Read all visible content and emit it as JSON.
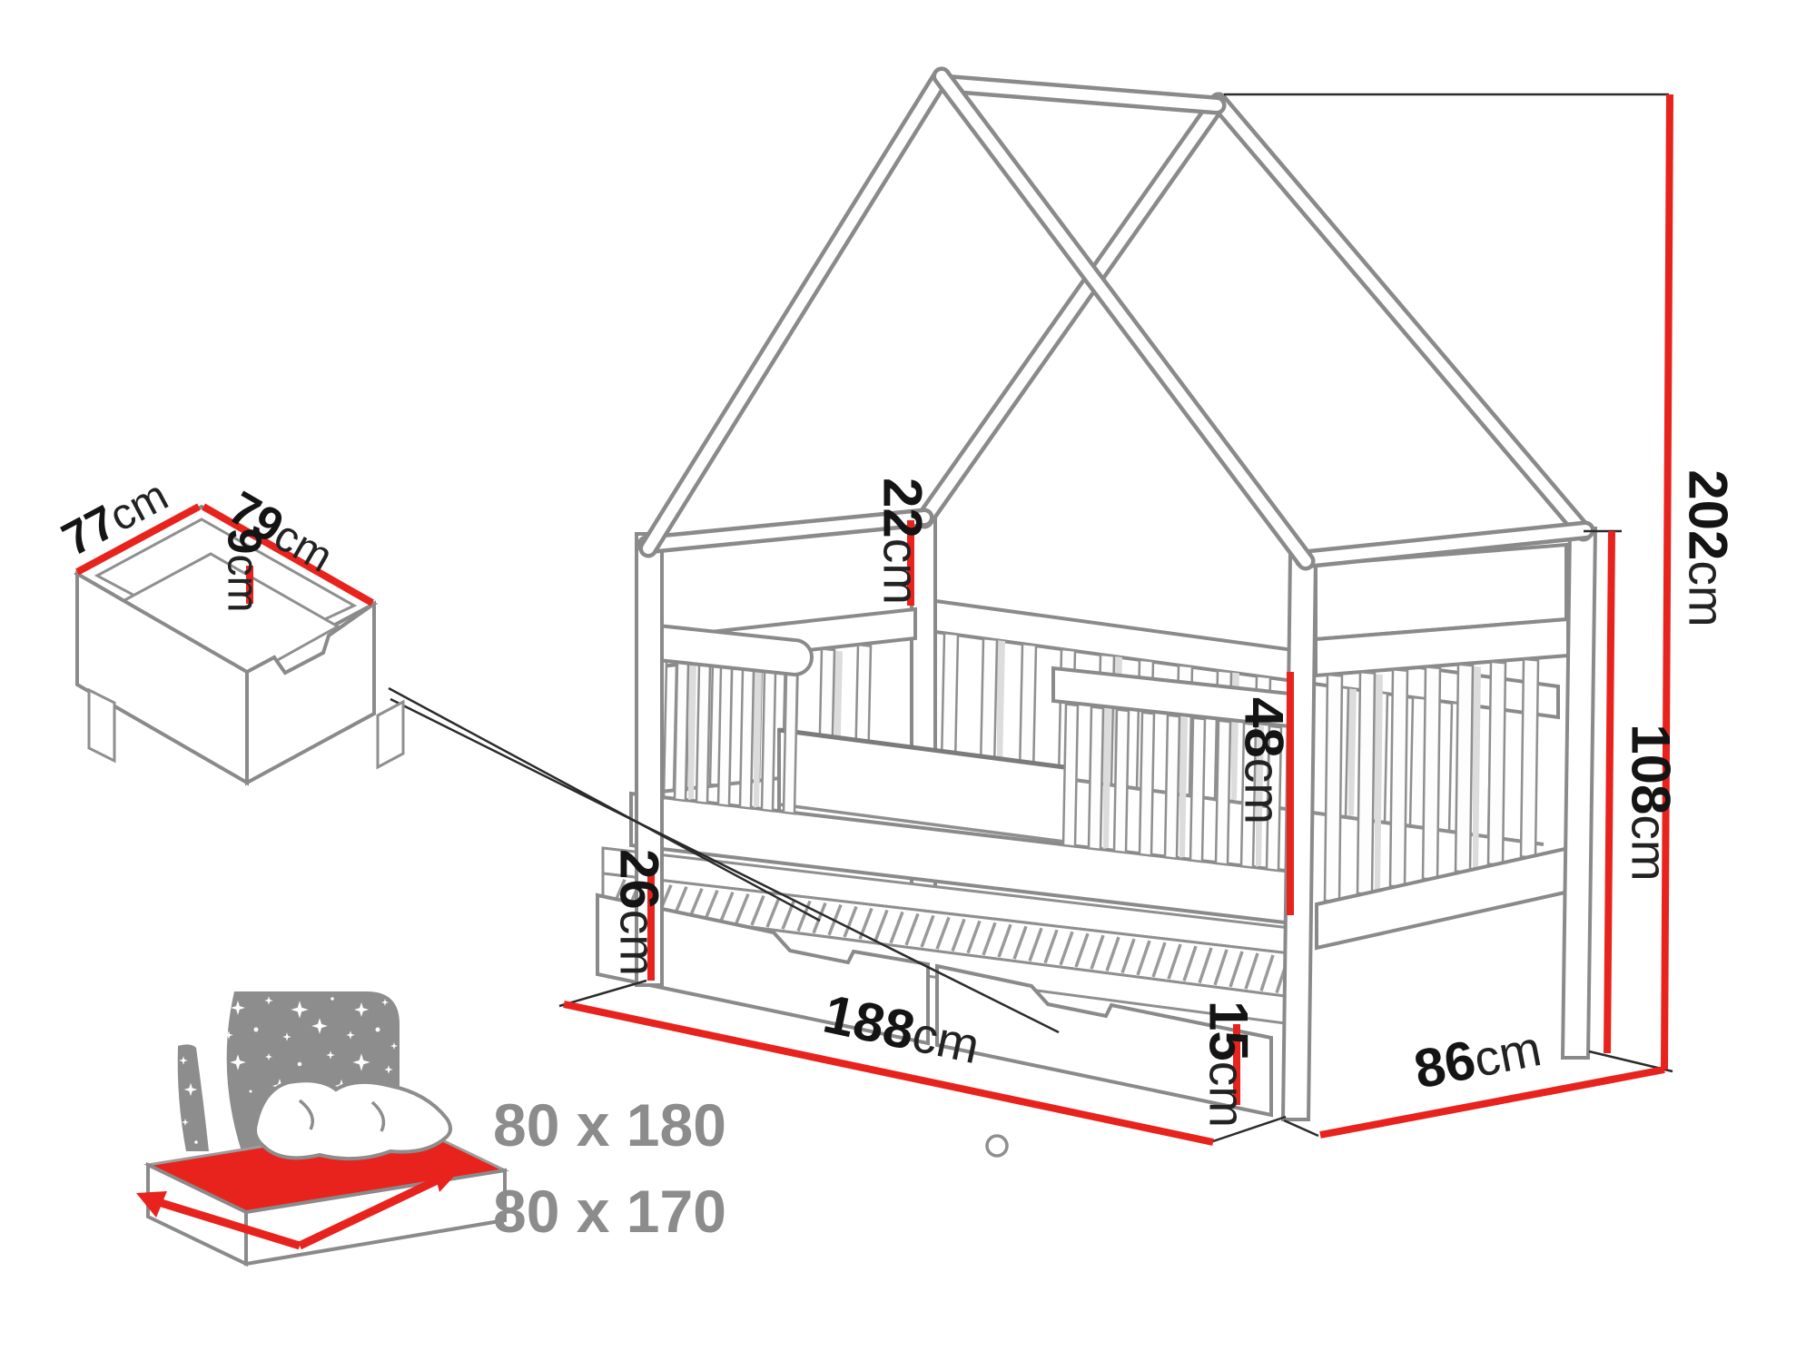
{
  "palette": {
    "dimension_color": "#e8231d",
    "line_color": "#8a8a8a",
    "text_color": "#141414",
    "muted_label_color": "#8c8c8c"
  },
  "dimensions": {
    "overall_height": {
      "value": "202",
      "unit": "cm"
    },
    "wall_height": {
      "value": "108",
      "unit": "cm"
    },
    "bed_length": {
      "value": "188",
      "unit": "cm"
    },
    "bed_depth": {
      "value": "86",
      "unit": "cm"
    },
    "guardrail_height": {
      "value": "48",
      "unit": "cm"
    },
    "roof_to_rail_gap": {
      "value": "22",
      "unit": "cm"
    },
    "underbed_height": {
      "value": "26",
      "unit": "cm"
    },
    "drawer_front_height": {
      "value": "15",
      "unit": "cm"
    },
    "storage_drawer": {
      "width": {
        "value": "77",
        "unit": "cm"
      },
      "length": {
        "value": "79",
        "unit": "cm"
      },
      "depth": {
        "value": "9",
        "unit": "cm"
      }
    }
  },
  "mattress_sizes": {
    "upper": "80 x 180",
    "lower": "80 x 170"
  }
}
